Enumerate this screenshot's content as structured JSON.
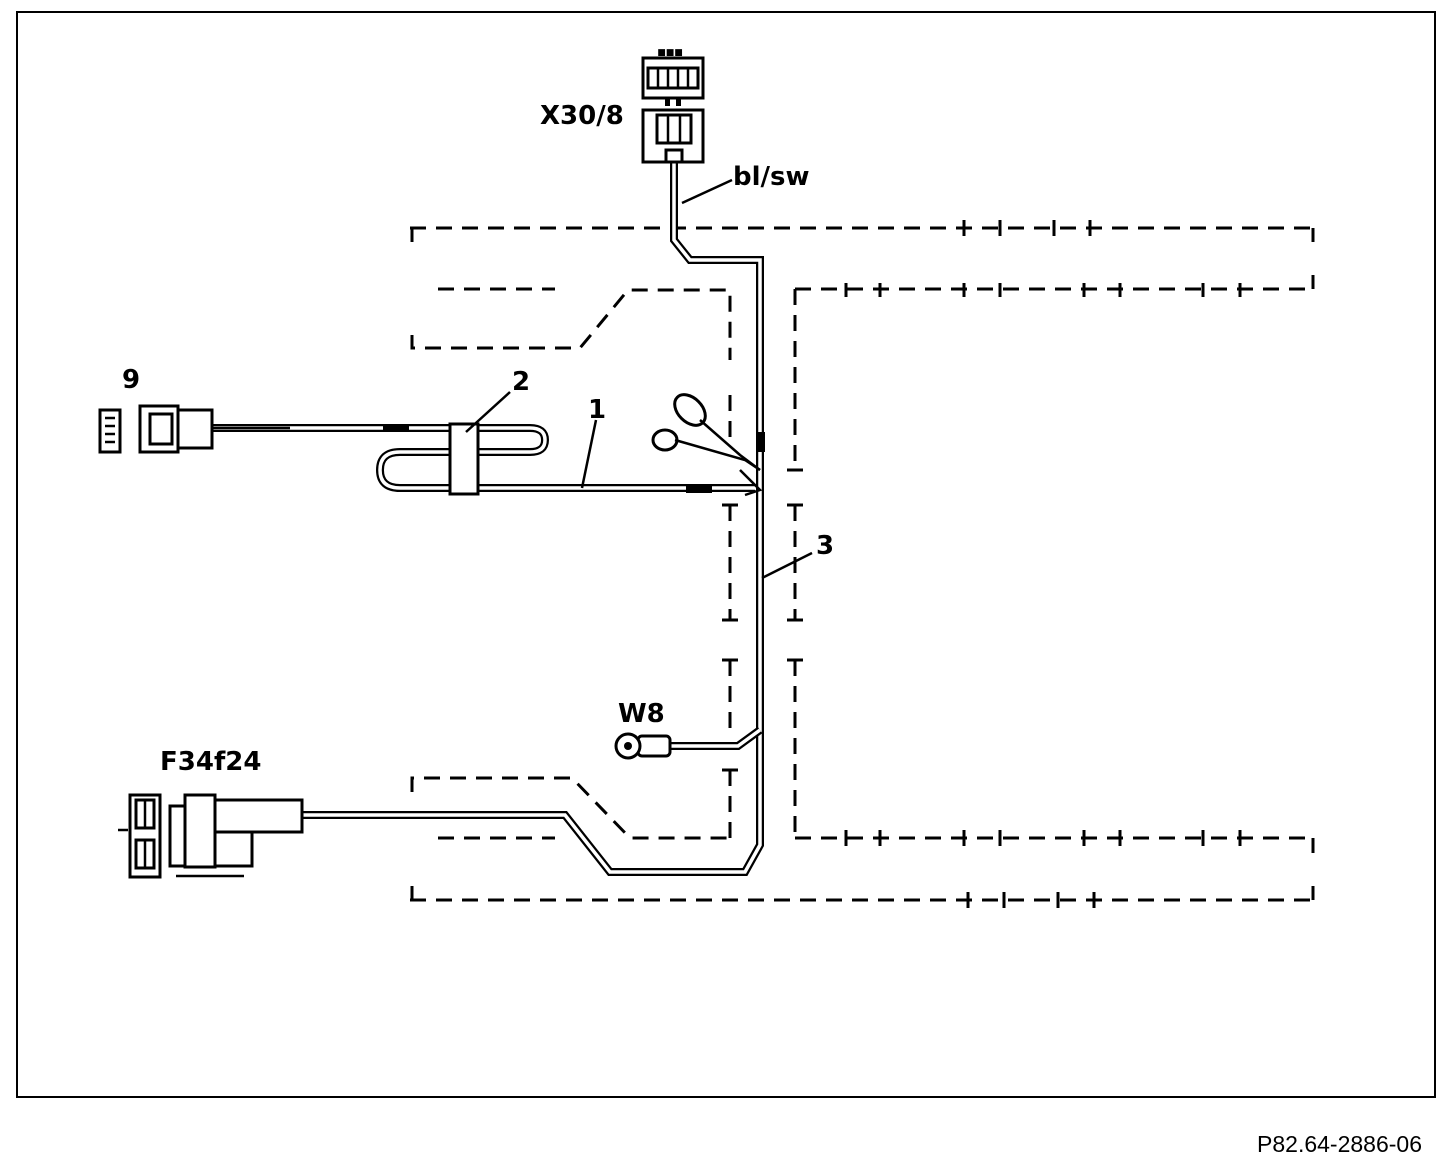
{
  "labels": {
    "x30_8": "X30/8",
    "bl_sw": "bl/sw",
    "n9": "9",
    "n2": "2",
    "n1": "1",
    "n3": "3",
    "w8": "W8",
    "f34f24": "F34f24"
  },
  "reference": "P82.64-2886-06"
}
